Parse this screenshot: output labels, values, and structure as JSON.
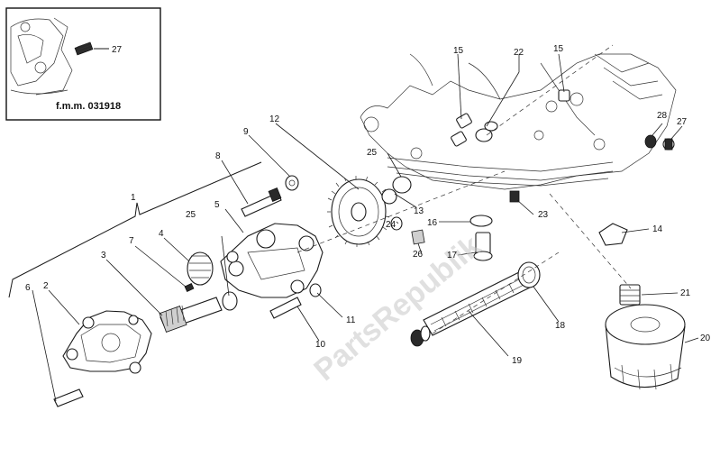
{
  "inset": {
    "caption": "f.m.m. 031918",
    "callout": "27"
  },
  "callouts": {
    "c1": "1",
    "c2": "2",
    "c3": "3",
    "c4": "4",
    "c5": "5",
    "c6": "6",
    "c7": "7",
    "c8": "8",
    "c9": "9",
    "c10": "10",
    "c11": "11",
    "c12": "12",
    "c13": "13",
    "c14": "14",
    "c15a": "15",
    "c15b": "15",
    "c16": "16",
    "c17": "17",
    "c18": "18",
    "c19": "19",
    "c20": "20",
    "c21": "21",
    "c22": "22",
    "c23": "23",
    "c24": "24",
    "c25a": "25",
    "c25b": "25",
    "c26": "26",
    "c27": "27",
    "c28": "28"
  },
  "watermark": "PartsRepublik",
  "colors": {
    "line": "#1a1a1a",
    "label": "#111111",
    "watermark": "#c8c8c8"
  }
}
